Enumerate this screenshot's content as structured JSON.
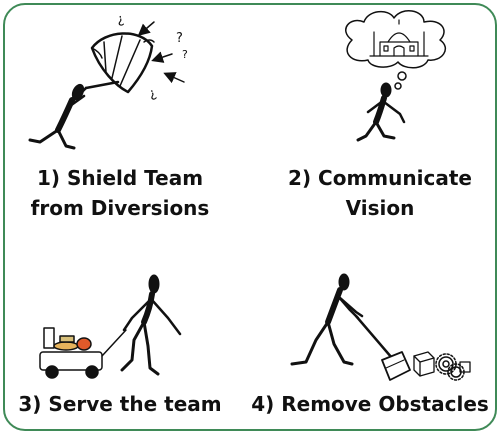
{
  "colors": {
    "border": "#3f8a57",
    "ink": "#111111"
  },
  "panels": [
    {
      "number": "1)",
      "caption_lines": [
        "1) Shield Team",
        "from Diversions"
      ],
      "illustration": "stick-figure-holding-umbrella-against-arrows-and-question-marks"
    },
    {
      "number": "2)",
      "caption_lines": [
        "2) Communicate",
        "Vision"
      ],
      "illustration": "stick-figure-with-thought-bubble-of-palace"
    },
    {
      "number": "3)",
      "caption_lines": [
        "3) Serve the team"
      ],
      "illustration": "stick-figure-pulling-food-cart"
    },
    {
      "number": "4)",
      "caption_lines": [
        "4) Remove Obstacles"
      ],
      "illustration": "stick-figure-shoveling-boxes-and-gears"
    }
  ]
}
